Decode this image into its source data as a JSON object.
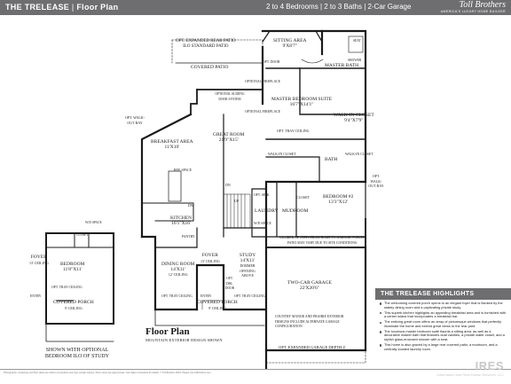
{
  "header": {
    "plan_name": "THE TRELEASE",
    "separator": "|",
    "plan_kind": "Floor Plan",
    "bedrooms": "2 to 4 Bedrooms",
    "baths": "2 to 3 Baths",
    "garage": "2-Car Garage",
    "brand_name": "Toll Brothers",
    "brand_tagline": "AMERICA'S LUXURY HOME BUILDER"
  },
  "labels": {
    "opt_expanded_rear_patio": "OPT. EXPANDED REAR PATIO",
    "ilo_standard_patio": "ILO STANDARD PATIO",
    "covered_patio": "COVERED PATIO",
    "optional_fireplace": "OPTIONAL FIREPLACE",
    "optional_sliding_door": "OPTIONAL SLIDING DOOR SYSTEM",
    "opt_walk_out_bay": "OPT. WALK-OUT BAY",
    "breakfast_area": "BREAKFAST AREA",
    "breakfast_dim": "11'X10'",
    "great_room": "GREAT ROOM",
    "great_room_dim": "21'9\"X15'",
    "sitting_area": "SITTING AREA",
    "sitting_dim": "9'X8'7\"",
    "opt_door": "OPT. DOOR",
    "master_suite": "MASTER BEDROOM SUITE",
    "master_dim": "16'7\"X14'1\"",
    "opt_tray_ceiling": "OPT. TRAY CEILING",
    "master_bath": "MASTER BATH",
    "seat": "SEAT",
    "shower": "SHOWER",
    "walk_in_closet": "WALK-IN CLOSET",
    "wic_dim": "9'4\"X7'9\"",
    "walk_in_closet_short": "WALK-IN CLOSET",
    "bath": "BATH",
    "opt_walk_out_bay2": "OPT. WALK-OUT BAY",
    "bedroom2": "BEDROOM #2",
    "bedroom2_dim": "13'3\"X12'",
    "closet": "CLOSET",
    "laundry": "LAUNDRY",
    "mudroom": "MUDROOM",
    "opt_sink": "OPT. SINK",
    "wd_space": "W/D SPACE",
    "ref_space": "REF. SPACE",
    "dw": "DW",
    "up": "UP",
    "dn": "DN",
    "kitchen": "KITCHEN",
    "kitchen_dim": "16'1\"X16'",
    "pantry": "PANTRY",
    "foyer": "FOYER",
    "foyer_ceiling": "13' CEILING",
    "dining_room": "DINING ROOM",
    "dining_dim": "14'X11'",
    "ceiling_12": "12' CEILING",
    "study": "STUDY",
    "study_dim": "14'X11'",
    "dormer": "DORMER OPENING ABOVE",
    "opt_dbl_door": "OPT. DBL. DOOR",
    "garage_steps_note": "NUMBER OF STEPS FROM HOME TO GARAGE/ PORCH/ PATIO MAY VARY DUE TO SITE CONDITIONS",
    "garage": "TWO-CAR GARAGE",
    "garage_dim": "22'X20'6\"",
    "country_manor_note": "COUNTRY MANOR AND PRAIRIE EXTERIOR DESIGNS INCLUDE ALTERNATE GARAGE CONFIGURATION",
    "opt_expanded_garage": "OPT. EXPANDED GARAGE DEPTH 4'",
    "covered_porch": "COVERED PORCH",
    "ceiling_9": "9' CEILING",
    "entry": "ENTRY",
    "bedroom": "BEDROOM",
    "bedroom_dim": "11'8\"X11'",
    "wd_space2": "W/D SPACE",
    "closet2": "CLOSET",
    "foyer2": "FOYER",
    "foyer2_ceiling": "13' CEILING",
    "opt_tray_ceiling2": "OPT. TRAY CEILING",
    "covered_porch2": "COVERED PORCH",
    "ceiling_9b": "9' CEILING",
    "entry2": "ENTRY",
    "alt_caption_1": "SHOWN WITH OPTIONAL",
    "alt_caption_2": "BEDROOM ILO OF STUDY"
  },
  "plan_title": "Floor Plan",
  "plan_subtitle": "MOUNTAIN EXTERIOR DESIGN SHOWN",
  "highlights": {
    "heading": "THE TRELEASE HIGHLIGHTS",
    "items": [
      "The welcoming covered porch opens to an elegant foyer that is flanked by the stately dining room and a captivating private study.",
      "This superb kitchen highlights an appealing breakfast area and is furnished with a center island that incorporates a breakfast bar.",
      "The enticing great room offers an array of picturesque windows that perfectly illuminate the home and extend great views to the rear yard.",
      "The luxurious master bedroom suite flaunts a sitting area, as well as a decorative master bath that features dual vanities, a private water closet, and a stylish glass-enclosed shower with a seat.",
      "This home is also graced by a large rear covered patio, a mudroom, and a centrally located laundry room."
    ]
  },
  "footer": {
    "disclaimer": "Photographs, renderings and floor plans are artist's conceptions and may contain options. Room sizes are approximate. See Sales Consultant for details. © Toll Brothers 2015. Please visit tollbrothers.com",
    "watermark_main": "IRES",
    "watermark_sub": "Information and Real Estate Services, LLC"
  },
  "colors": {
    "header_bg": "#6e6e70",
    "wall": "#1a1a1a",
    "text": "#1a1a1a"
  }
}
